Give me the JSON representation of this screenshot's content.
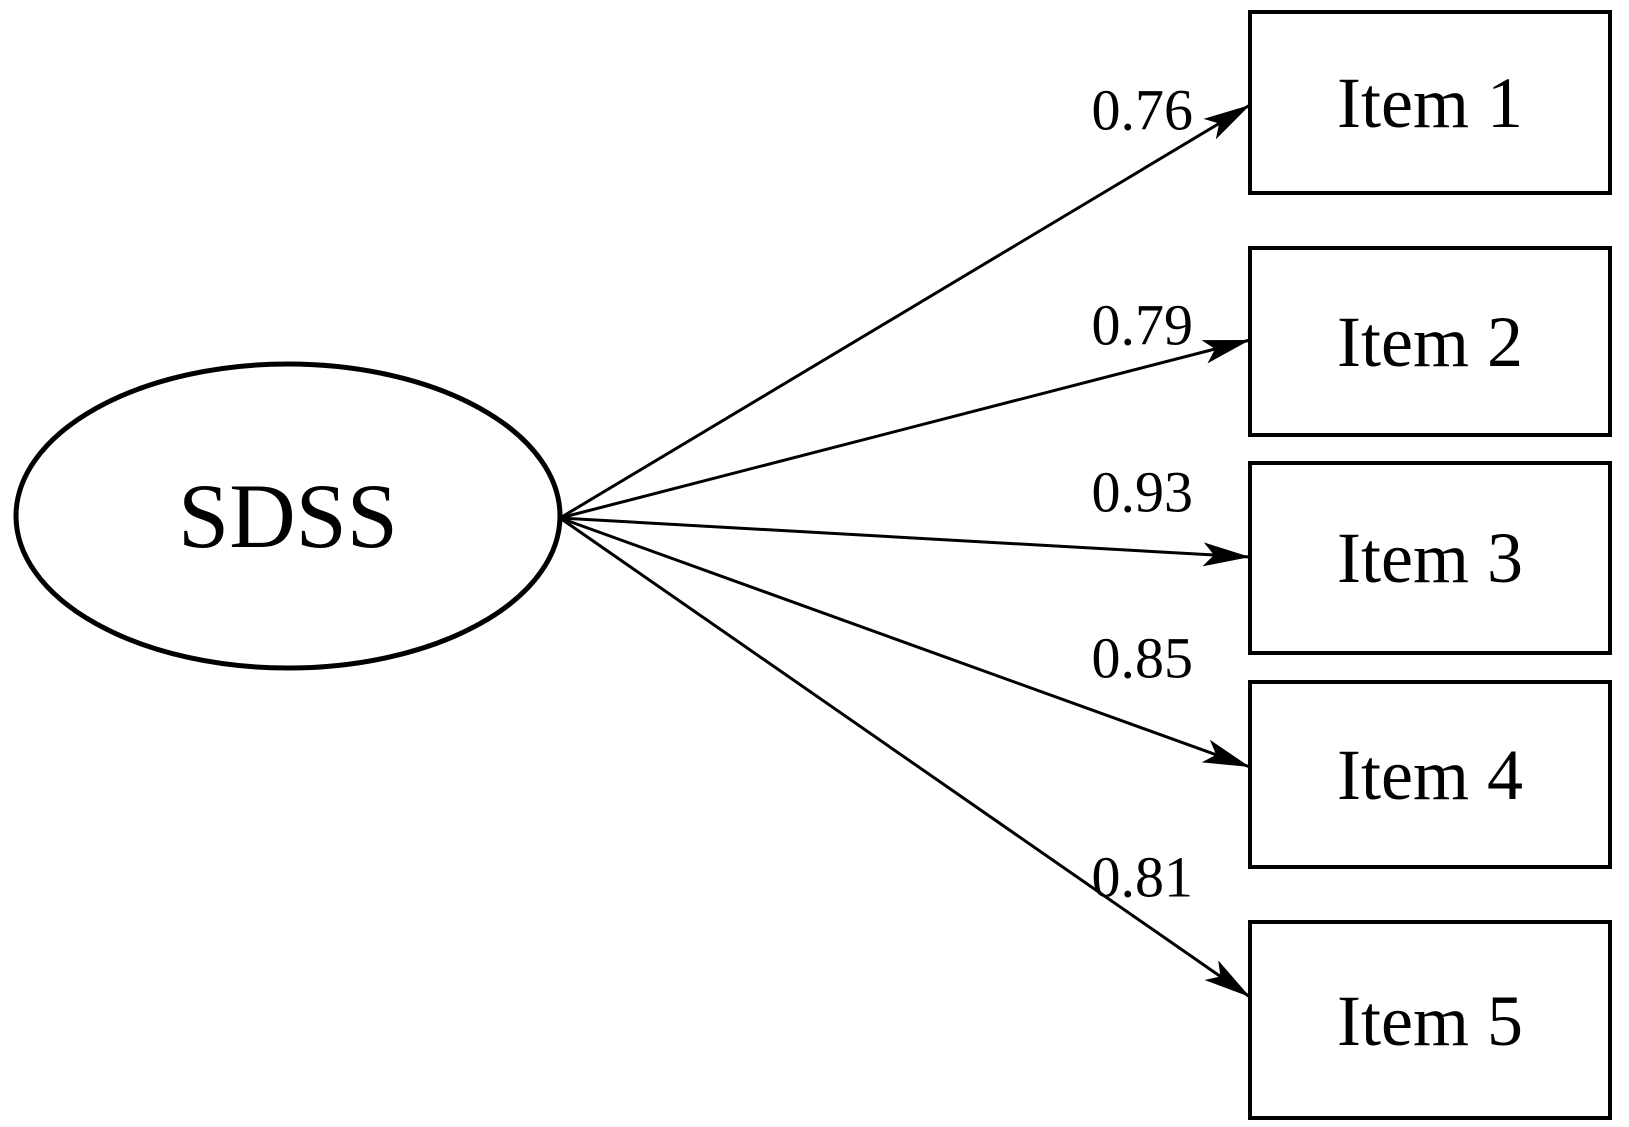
{
  "diagram": {
    "kind": "factor-loading-diagram",
    "latent": {
      "label": "SDSS"
    },
    "items": [
      {
        "label": "Item 1",
        "loading": "0.76"
      },
      {
        "label": "Item 2",
        "loading": "0.79"
      },
      {
        "label": "Item 3",
        "loading": "0.93"
      },
      {
        "label": "Item 4",
        "loading": "0.85"
      },
      {
        "label": "Item 5",
        "loading": "0.81"
      }
    ],
    "colors": {
      "stroke": "#000000",
      "background": "#ffffff"
    }
  }
}
